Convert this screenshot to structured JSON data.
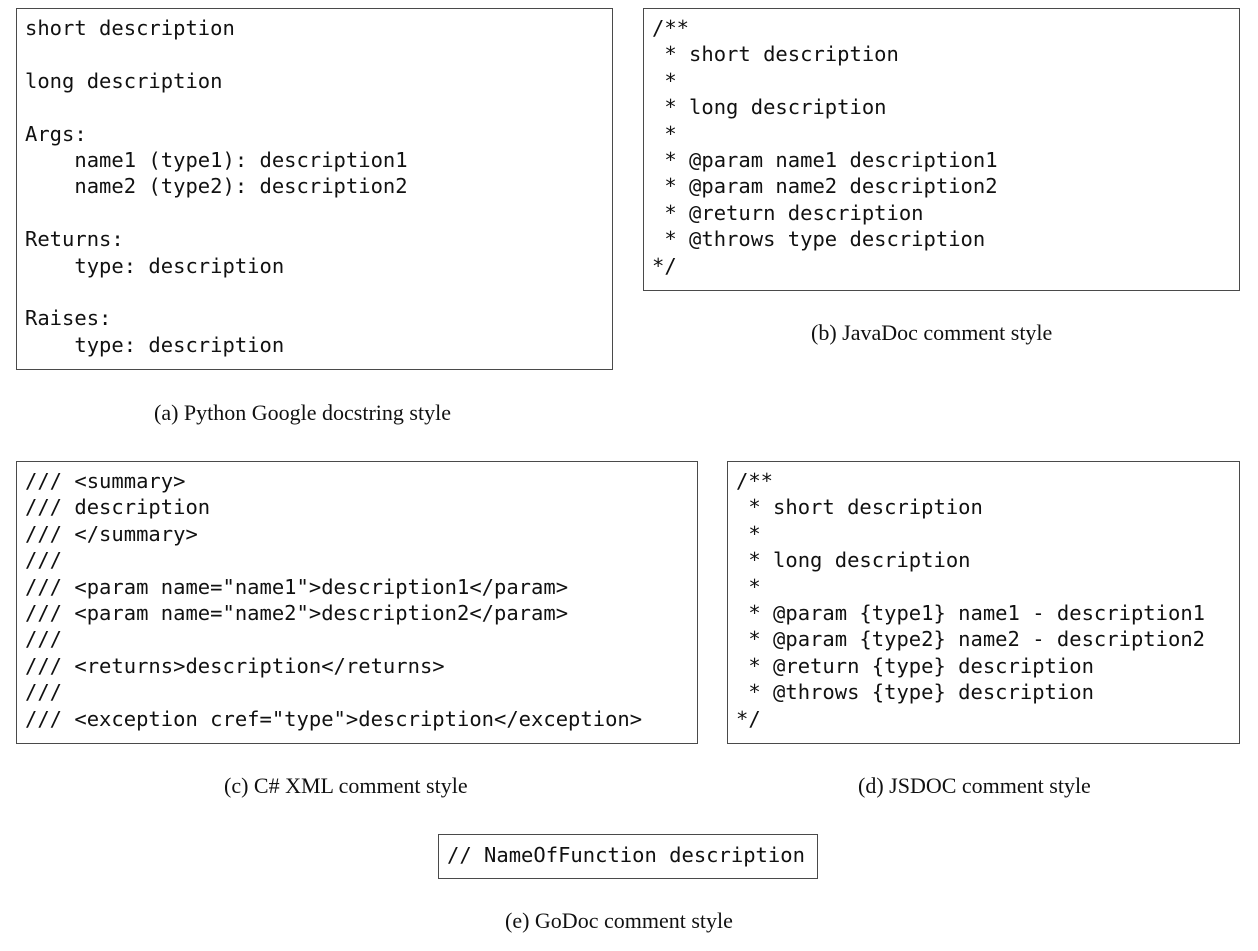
{
  "panels": [
    {
      "id": "a",
      "caption": "(a) Python Google docstring style",
      "lines": [
        "short description",
        "",
        "long description",
        "",
        "Args:",
        "    name1 (type1): description1",
        "    name2 (type2): description2",
        "",
        "Returns:",
        "    type: description",
        "",
        "Raises:",
        "    type: description"
      ]
    },
    {
      "id": "b",
      "caption": "(b) JavaDoc comment style",
      "lines": [
        "/**",
        " * short description",
        " *",
        " * long description",
        " *",
        " * @param name1 description1",
        " * @param name2 description2",
        " * @return description",
        " * @throws type description",
        "*/"
      ]
    },
    {
      "id": "c",
      "caption": "(c) C# XML comment style",
      "lines": [
        "/// <summary>",
        "/// description",
        "/// </summary>",
        "///",
        "/// <param name=\"name1\">description1</param>",
        "/// <param name=\"name2\">description2</param>",
        "///",
        "/// <returns>description</returns>",
        "///",
        "/// <exception cref=\"type\">description</exception>"
      ]
    },
    {
      "id": "d",
      "caption": "(d) JSDOC comment style",
      "lines": [
        "/**",
        " * short description",
        " *",
        " * long description",
        " *",
        " * @param {type1} name1 - description1",
        " * @param {type2} name2 - description2",
        " * @return {type} description",
        " * @throws {type} description",
        "*/"
      ]
    },
    {
      "id": "e",
      "caption": "(e) GoDoc comment style",
      "lines": [
        "// NameOfFunction description"
      ]
    }
  ]
}
